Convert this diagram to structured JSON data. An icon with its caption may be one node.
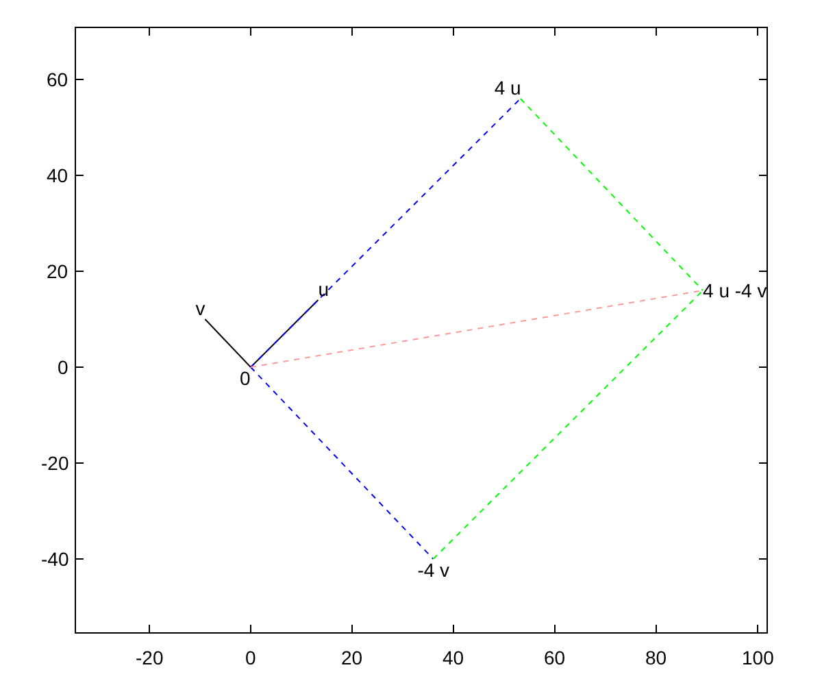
{
  "diagram": {
    "nodes": [
      {
        "text": [
          "0"
        ]
      },
      {
        "text": [
          "u"
        ]
      },
      {
        "text": [
          "v"
        ]
      },
      {
        "text": [
          "4 u"
        ]
      },
      {
        "text": [
          "-4 v"
        ]
      },
      {
        "text": [
          "4 u -4 v"
        ]
      }
    ],
    "edges": [
      {
        "from": 0,
        "to": 1,
        "arrow": "none"
      },
      {
        "from": 0,
        "to": 2,
        "arrow": "none"
      },
      {
        "from": 0,
        "to": 3,
        "arrow": "none",
        "style": "dashed",
        "color": "#0000ff"
      },
      {
        "from": 0,
        "to": 4,
        "arrow": "none",
        "style": "dashed",
        "color": "#0000ff"
      },
      {
        "from": 3,
        "to": 5,
        "arrow": "none",
        "style": "dashed",
        "color": "#00ff00"
      },
      {
        "from": 4,
        "to": 5,
        "arrow": "none",
        "style": "dashed",
        "color": "#00ff00"
      },
      {
        "from": 0,
        "to": 5,
        "arrow": "none",
        "style": "dashed",
        "color": "#ff9999"
      }
    ],
    "labels": [
      "60",
      "40",
      "20",
      "0",
      "-20",
      "-40",
      "-20",
      "0",
      "20",
      "40",
      "60",
      "80",
      "100"
    ]
  }
}
